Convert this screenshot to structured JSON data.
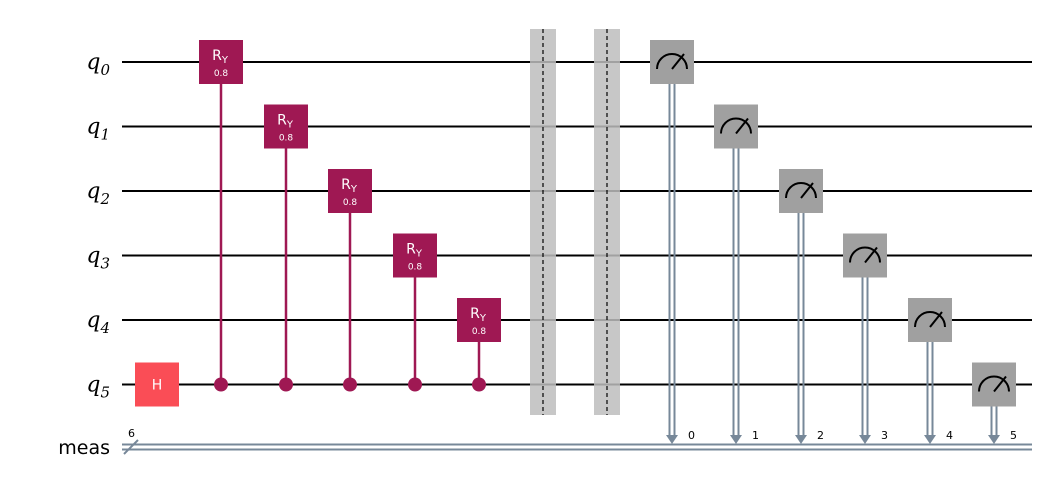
{
  "qubits": [
    {
      "name": "q",
      "index": "0"
    },
    {
      "name": "q",
      "index": "1"
    },
    {
      "name": "q",
      "index": "2"
    },
    {
      "name": "q",
      "index": "3"
    },
    {
      "name": "q",
      "index": "4"
    },
    {
      "name": "q",
      "index": "5"
    }
  ],
  "classical": {
    "label": "meas",
    "width": "6"
  },
  "h_gate": {
    "label": "H",
    "qubit": 5
  },
  "controlled_ry": [
    {
      "label": "R",
      "sub": "Y",
      "param": "0.8",
      "target": 0,
      "control": 5
    },
    {
      "label": "R",
      "sub": "Y",
      "param": "0.8",
      "target": 1,
      "control": 5
    },
    {
      "label": "R",
      "sub": "Y",
      "param": "0.8",
      "target": 2,
      "control": 5
    },
    {
      "label": "R",
      "sub": "Y",
      "param": "0.8",
      "target": 3,
      "control": 5
    },
    {
      "label": "R",
      "sub": "Y",
      "param": "0.8",
      "target": 4,
      "control": 5
    }
  ],
  "barriers": 2,
  "measurements": [
    {
      "qubit": 0,
      "bit": "0"
    },
    {
      "qubit": 1,
      "bit": "1"
    },
    {
      "qubit": 2,
      "bit": "2"
    },
    {
      "qubit": 3,
      "bit": "3"
    },
    {
      "qubit": 4,
      "bit": "4"
    },
    {
      "qubit": 5,
      "bit": "5"
    }
  ],
  "colors": {
    "wire": "#000000",
    "classical_wire": "#778899",
    "h_gate": "#FA4D56",
    "ry_gate": "#9F1853",
    "measure": "#A0A0A0",
    "barrier": "#BDBDBD"
  }
}
